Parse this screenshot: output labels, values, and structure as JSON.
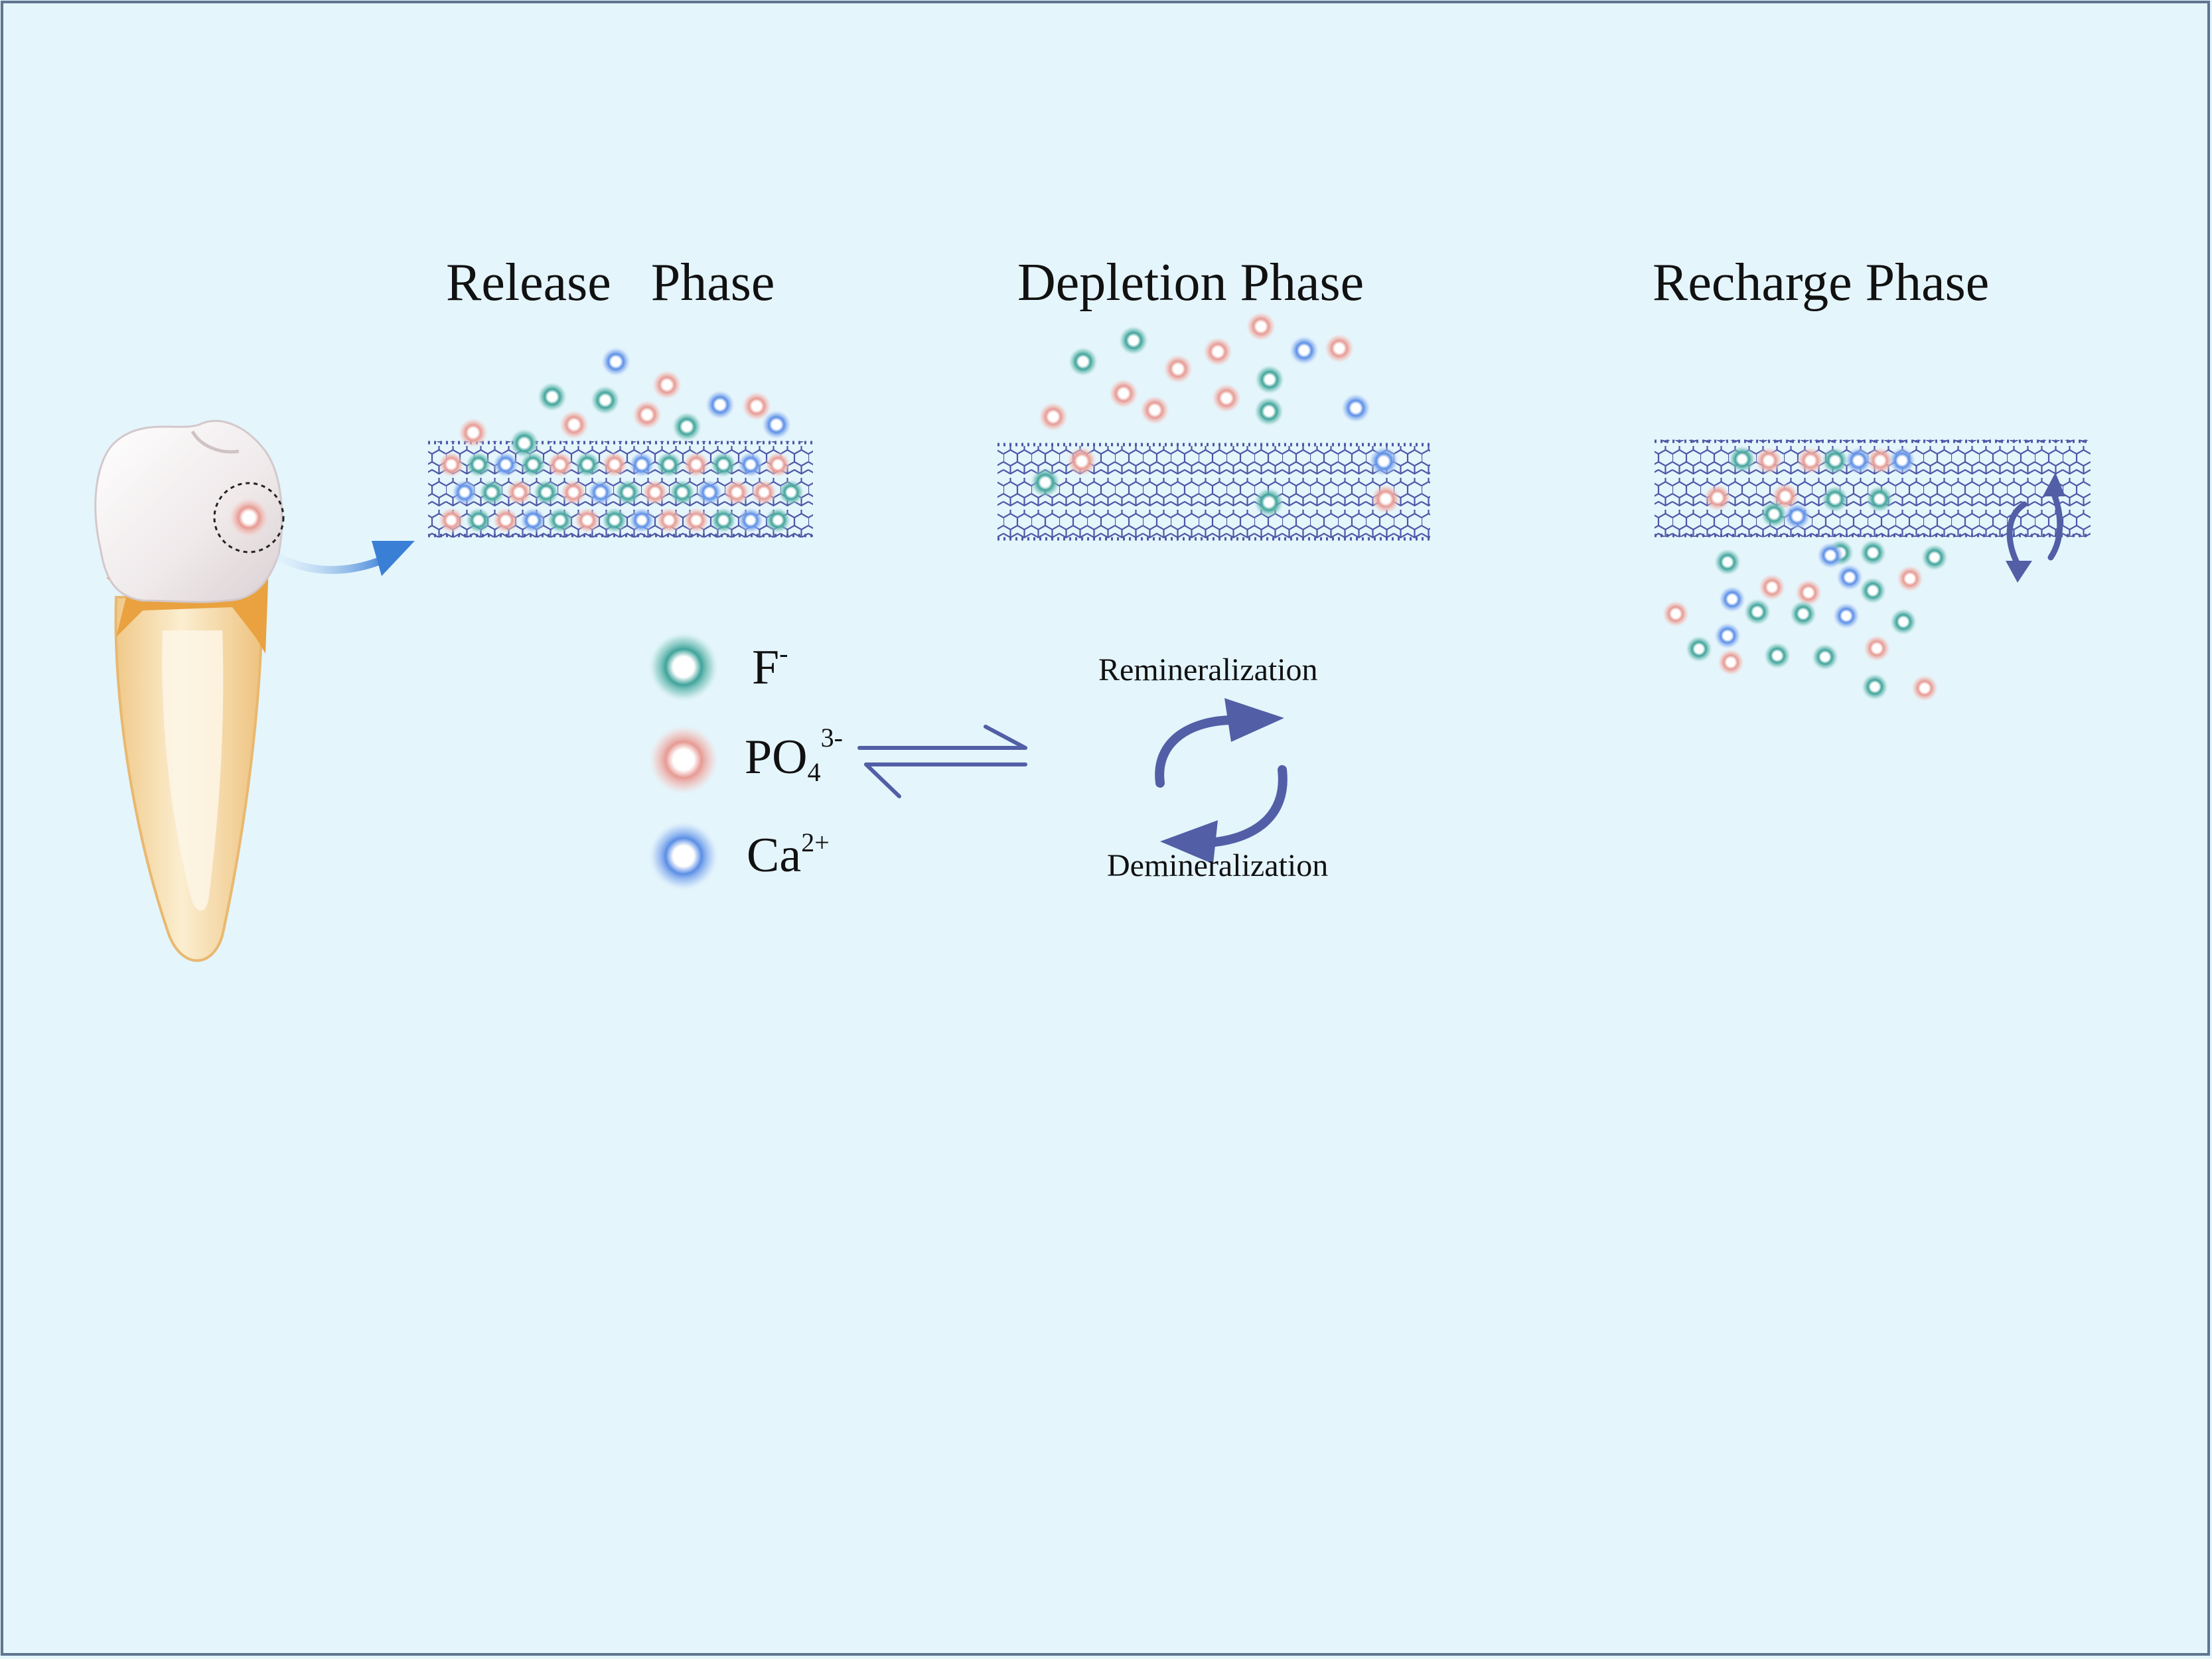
{
  "colors": {
    "background": "#e4f5fc",
    "frame": "#5f7590",
    "fluoride": "#3fa39a",
    "phosphate": "#e79a93",
    "calcium": "#5b8ee6",
    "nanotube": "#4d57a6",
    "arrow_blue": "#3a7fd6",
    "process_arrow": "#525fa6",
    "tooth_crown": "#f2eeee",
    "tooth_root": "#f4d59c",
    "tooth_gum": "#e9a23f"
  },
  "phases": [
    {
      "title": "Release   Phase"
    },
    {
      "title": "Depletion Phase"
    },
    {
      "title": "Recharge Phase"
    }
  ],
  "legend": [
    {
      "base": "F",
      "sub": "",
      "sup": "-",
      "ion": "fluoride"
    },
    {
      "base": "PO",
      "sub": "4",
      "sup": "3-",
      "ion": "phosphate"
    },
    {
      "base": "Ca",
      "sub": "",
      "sup": "2+",
      "ion": "calcium"
    }
  ],
  "process": {
    "top": "Remineralization",
    "bottom": "Demineralization"
  },
  "icons": {
    "tooth": "tooth-illustration",
    "pointer": "curved-arrow-icon",
    "equilibrium": "equilibrium-arrow-icon",
    "cycle": "cycle-arrows-icon",
    "exchange": "bidirectional-arrows-icon"
  }
}
